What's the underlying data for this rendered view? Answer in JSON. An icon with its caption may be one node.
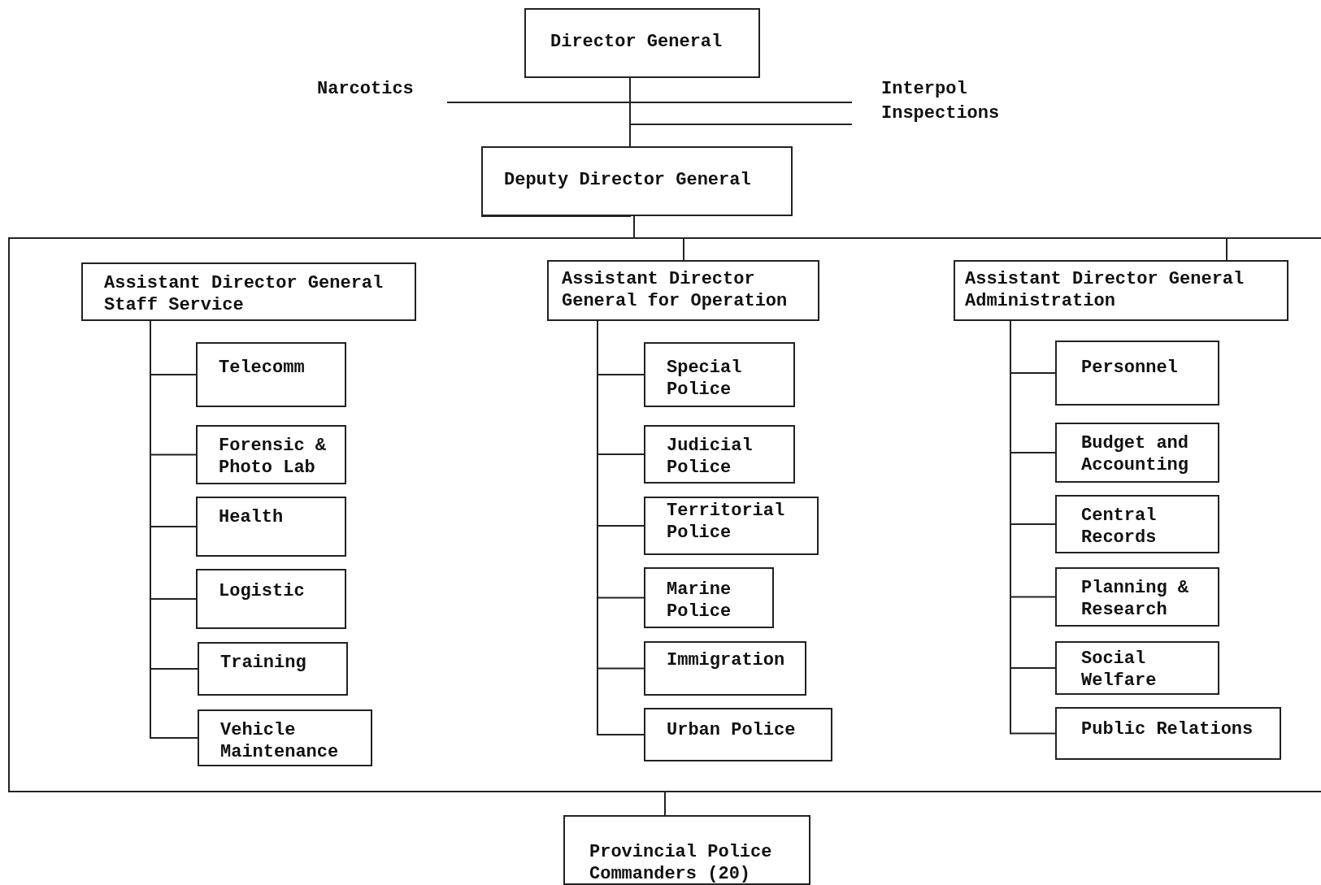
{
  "diagram": {
    "nodes": [
      {
        "text": [
          "Director General"
        ]
      },
      {
        "text": [
          "Narcotics"
        ]
      },
      {
        "text": [
          "Interpol"
        ]
      },
      {
        "text": [
          "Inspections"
        ]
      },
      {
        "text": [
          "Deputy Director General"
        ]
      },
      {
        "text": [],
        "shape": "box"
      },
      {
        "text": [
          "Assistant Director General Staff Service"
        ],
        "in": 5
      },
      {
        "text": [
          "Telecomm"
        ],
        "in": 5
      },
      {
        "text": [
          "Forensic & Photo Lab"
        ],
        "in": 5
      },
      {
        "text": [
          "Health"
        ],
        "in": 5
      },
      {
        "text": [
          "Logistic"
        ],
        "in": 5
      },
      {
        "text": [
          "Training"
        ],
        "in": 5
      },
      {
        "text": [
          "Vehicle Maintenance"
        ],
        "in": 5
      },
      {
        "text": [
          "Assistant Director General for Operation"
        ],
        "in": 5
      },
      {
        "text": [
          "Special Police"
        ],
        "in": 5
      },
      {
        "text": [
          "Judicial Police"
        ],
        "in": 5
      },
      {
        "text": [
          "Territorial Police"
        ],
        "in": 5
      },
      {
        "text": [
          "Marine Police"
        ],
        "in": 5
      },
      {
        "text": [
          "Immigration"
        ],
        "in": 5
      },
      {
        "text": [
          "Urban Police"
        ],
        "in": 5
      },
      {
        "text": [
          "Assistant Director General Administration"
        ],
        "in": 5
      },
      {
        "text": [
          "Personnel"
        ],
        "in": 5
      },
      {
        "text": [
          "Budget and Accounting"
        ],
        "in": 5
      },
      {
        "text": [
          "Central Records"
        ],
        "in": 5
      },
      {
        "text": [
          "Planning & Research"
        ],
        "in": 5
      },
      {
        "text": [
          "Social Welfare"
        ],
        "in": 5
      },
      {
        "text": [
          "Public Relations"
        ],
        "in": 5
      },
      {
        "text": [
          "Provincial Police Commanders (20)"
        ]
      }
    ],
    "edges": [
      {
        "from": 0,
        "to": 1,
        "arrow": "none"
      },
      {
        "from": 0,
        "to": 2,
        "arrow": "none"
      },
      {
        "from": 0,
        "to": 3,
        "arrow": "none"
      },
      {
        "from": 0,
        "to": 4,
        "arrow": "none"
      },
      {
        "from": 4,
        "to": 5,
        "arrow": "none"
      },
      {
        "from": 5,
        "to": 13,
        "arrow": "none"
      },
      {
        "from": 5,
        "to": 20,
        "arrow": "none"
      },
      {
        "from": 6,
        "to": 7,
        "arrow": "none"
      },
      {
        "from": 6,
        "to": 8,
        "arrow": "none"
      },
      {
        "from": 6,
        "to": 9,
        "arrow": "none"
      },
      {
        "from": 6,
        "to": 10,
        "arrow": "none"
      },
      {
        "from": 6,
        "to": 11,
        "arrow": "none"
      },
      {
        "from": 6,
        "to": 12,
        "arrow": "none"
      },
      {
        "from": 13,
        "to": 14,
        "arrow": "none"
      },
      {
        "from": 13,
        "to": 15,
        "arrow": "none"
      },
      {
        "from": 13,
        "to": 16,
        "arrow": "none"
      },
      {
        "from": 13,
        "to": 17,
        "arrow": "none"
      },
      {
        "from": 13,
        "to": 18,
        "arrow": "none"
      },
      {
        "from": 13,
        "to": 19,
        "arrow": "none"
      },
      {
        "from": 20,
        "to": 21,
        "arrow": "none"
      },
      {
        "from": 20,
        "to": 22,
        "arrow": "none"
      },
      {
        "from": 20,
        "to": 23,
        "arrow": "none"
      },
      {
        "from": 20,
        "to": 24,
        "arrow": "none"
      },
      {
        "from": 20,
        "to": 25,
        "arrow": "none"
      },
      {
        "from": 20,
        "to": 26,
        "arrow": "none"
      },
      {
        "from": 5,
        "to": 27,
        "arrow": "none"
      }
    ]
  }
}
